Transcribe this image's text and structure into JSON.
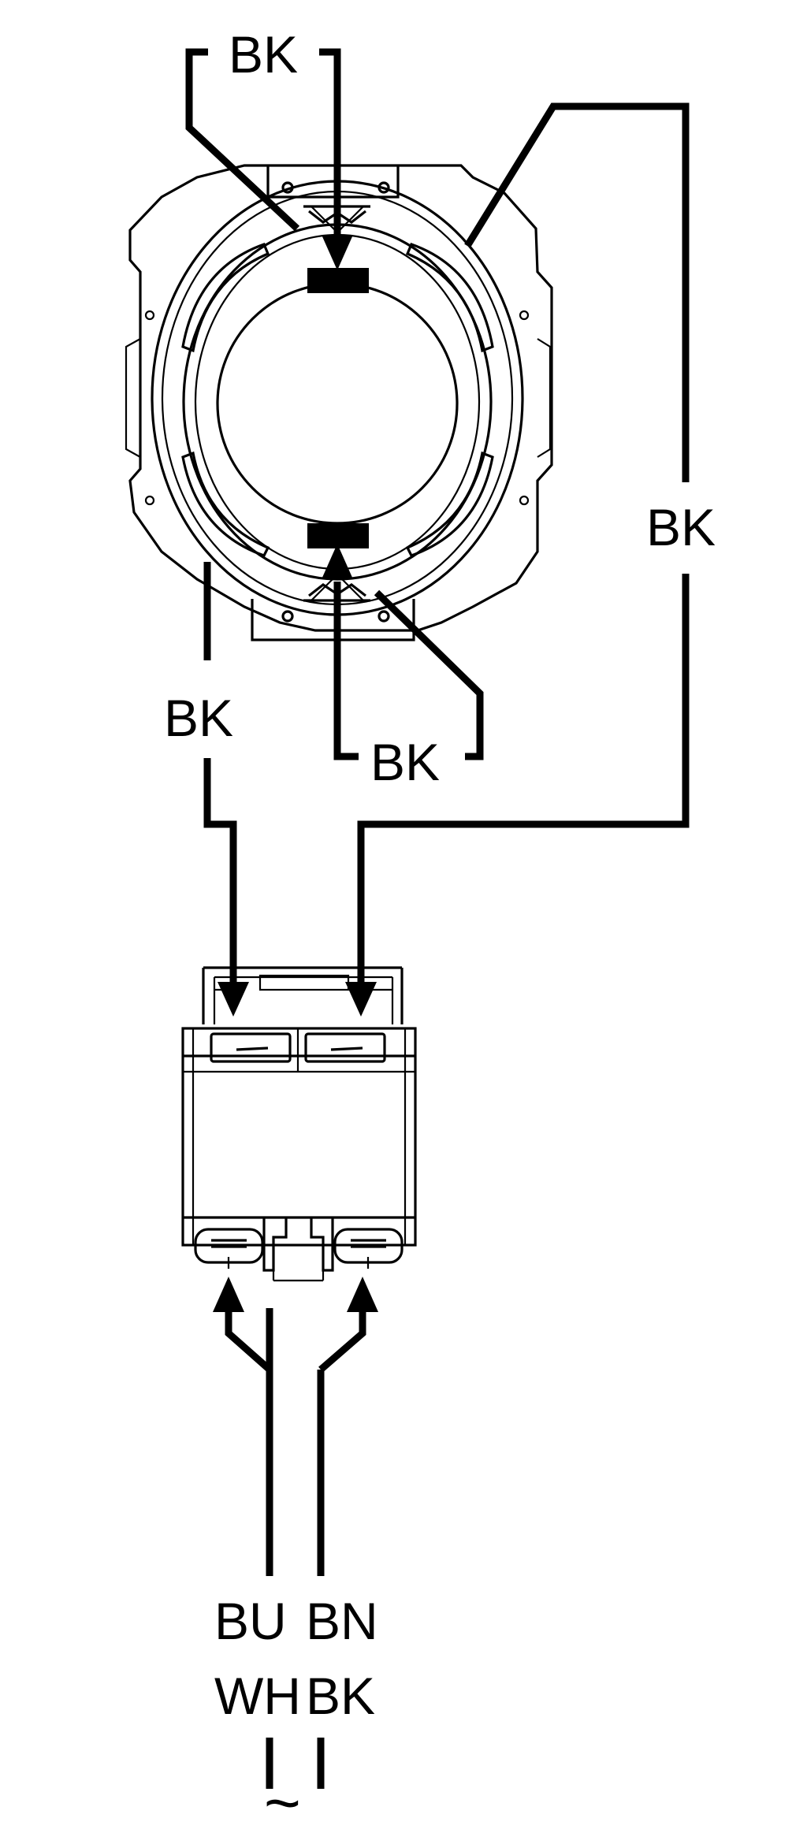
{
  "diagram": {
    "labels": {
      "top_wire": "BK",
      "right_wire": "BK",
      "left_wire": "BK",
      "bottom_wire": "BK",
      "input_left_top": "BU",
      "input_left_bottom": "WH",
      "input_right_top": "BN",
      "input_right_bottom": "BK",
      "ac_symbol": "~"
    },
    "colors": {
      "line": "#000000",
      "background": "#ffffff"
    }
  }
}
